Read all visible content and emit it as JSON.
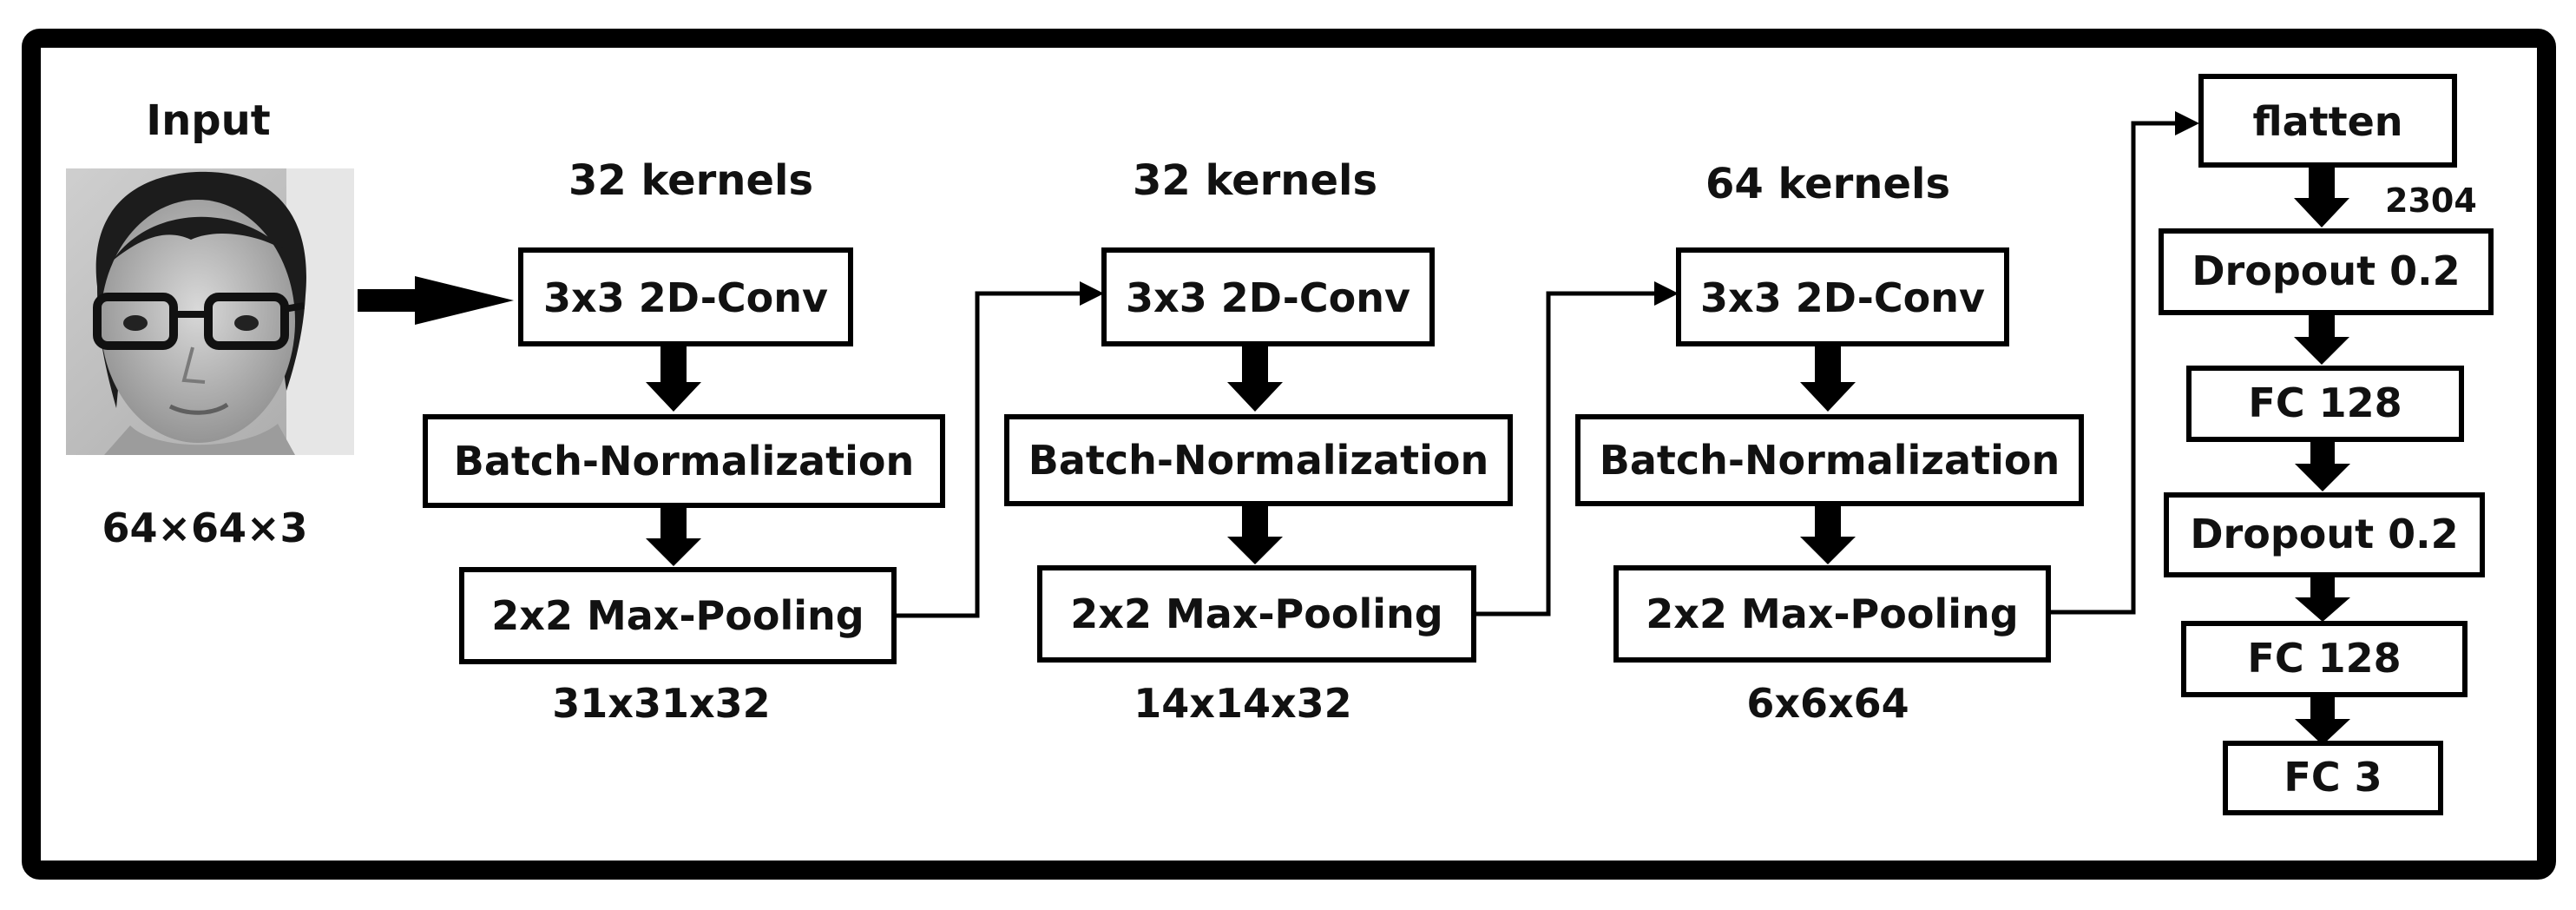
{
  "input": {
    "title": "Input",
    "dims": "64×64×3"
  },
  "blocks": [
    {
      "kernels": "32 kernels",
      "conv": "3x3 2D-Conv",
      "bn": "Batch-Normalization",
      "pool": "2x2 Max-Pooling",
      "out": "31x31x32"
    },
    {
      "kernels": "32 kernels",
      "conv": "3x3 2D-Conv",
      "bn": "Batch-Normalization",
      "pool": "2x2 Max-Pooling",
      "out": "14x14x32"
    },
    {
      "kernels": "64 kernels",
      "conv": "3x3 2D-Conv",
      "bn": "Batch-Normalization",
      "pool": "2x2 Max-Pooling",
      "out": "6x6x64"
    }
  ],
  "head": {
    "flatten": "flatten",
    "flatten_size": "2304",
    "dropout1": "Dropout 0.2",
    "fc1": "FC 128",
    "dropout2": "Dropout 0.2",
    "fc2": "FC 128",
    "fc3": "FC 3"
  },
  "colors": {
    "frame": "#000000",
    "box_stroke": "#000000",
    "text": "#111111"
  }
}
